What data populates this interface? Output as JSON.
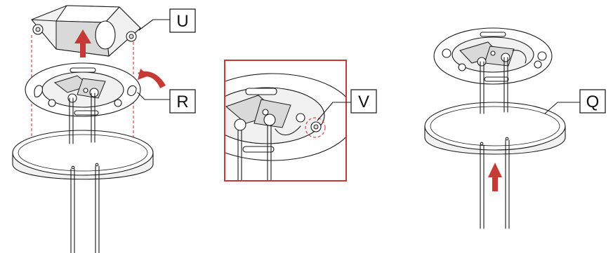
{
  "callouts": {
    "u": "U",
    "r": "R",
    "v": "V",
    "q": "Q"
  },
  "colors": {
    "accent_red": "#d64545",
    "arrow_red": "#c53a35",
    "line": "#1a1a1a"
  },
  "icons": {
    "up_arrow": "up-arrow-icon",
    "rotate_arrow": "rotate-arrow-icon"
  }
}
